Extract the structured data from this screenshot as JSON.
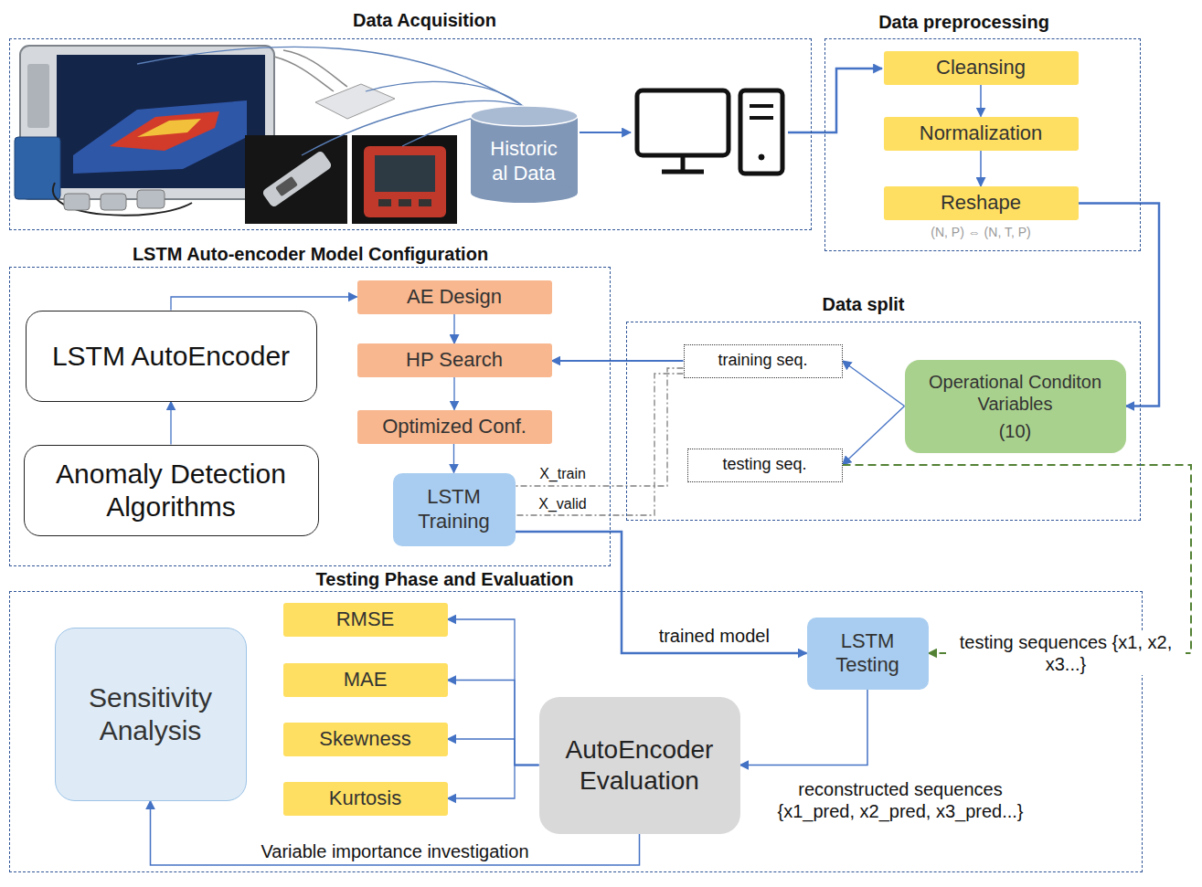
{
  "diagram": {
    "nodes": [
      {
        "text": [
          "Data Acquisition"
        ]
      },
      {
        "text": [
          "Historic al Data"
        ],
        "in": 0
      },
      {
        "text": [
          "Data preprocessing"
        ]
      },
      {
        "text": [
          "Cleansing"
        ],
        "in": 2
      },
      {
        "text": [
          "Normalization"
        ],
        "in": 2
      },
      {
        "text": [
          "Reshape"
        ],
        "in": 2
      },
      {
        "text": [
          "LSTM Auto-encoder Model Configuration"
        ]
      },
      {
        "text": [
          "LSTM AutoEncoder"
        ],
        "in": 6
      },
      {
        "text": [
          "AE Design"
        ],
        "in": 6
      },
      {
        "text": [
          "HP Search"
        ],
        "in": 6
      },
      {
        "text": [
          "Anomaly Detection Algorithms"
        ],
        "in": 6
      },
      {
        "text": [
          "Optimized Conf."
        ],
        "in": 6
      },
      {
        "text": [
          "LSTM Training"
        ],
        "in": 6
      },
      {
        "text": [
          "Data split"
        ]
      },
      {
        "text": [
          "training seq."
        ],
        "in": 13
      },
      {
        "text": [
          "Operational Conditon Variables",
          "(10)"
        ],
        "in": 13
      },
      {
        "text": [
          "testing seq."
        ],
        "in": 13
      },
      {
        "text": [
          "Testing Phase and Evaluation"
        ]
      },
      {
        "text": [
          "RMSE"
        ],
        "in": 17
      },
      {
        "text": [
          "MAE"
        ],
        "in": 17
      },
      {
        "text": [
          "Sensitivity Analysis"
        ],
        "in": 17
      },
      {
        "text": [
          "LSTM Testing"
        ],
        "in": 17
      },
      {
        "text": [
          "Skewness"
        ],
        "in": 17
      },
      {
        "text": [
          "AutoEncoder Evaluation"
        ],
        "in": 17
      },
      {
        "text": [
          "Kurtosis"
        ],
        "in": 17
      }
    ],
    "edges": [
      {
        "from": 3,
        "to": 4,
        "arrow": "to"
      },
      {
        "from": 4,
        "to": 5,
        "arrow": "to"
      },
      {
        "from": 5,
        "to": 15,
        "arrow": "to"
      },
      {
        "from": 15,
        "to": 14,
        "arrow": "to"
      },
      {
        "from": 15,
        "to": 16,
        "arrow": "to"
      },
      {
        "from": 14,
        "to": 9,
        "arrow": "to"
      },
      {
        "from": 14,
        "to": 12,
        "label": "X_train",
        "arrow": "none"
      },
      {
        "from": 14,
        "to": 12,
        "label": "X_valid",
        "arrow": "none"
      },
      {
        "from": 16,
        "to": 21,
        "label": "testing sequences {x1, x2, x3...}",
        "arrow": "to"
      },
      {
        "from": 12,
        "to": 21,
        "label": "trained model",
        "arrow": "to"
      },
      {
        "from": 21,
        "to": 23,
        "label": "reconstructed sequences {x1_pred, x2_pred, x3_pred...}",
        "arrow": "to"
      },
      {
        "from": 23,
        "to": 18,
        "arrow": "to"
      },
      {
        "from": 23,
        "to": 19,
        "arrow": "to"
      },
      {
        "from": 23,
        "to": 22,
        "arrow": "to"
      },
      {
        "from": 23,
        "to": 24,
        "arrow": "to"
      },
      {
        "from": 23,
        "to": 20,
        "label": "Variable importance investigation",
        "arrow": "to"
      },
      {
        "from": 10,
        "to": 7,
        "arrow": "to"
      },
      {
        "from": 7,
        "to": 8,
        "arrow": "to"
      },
      {
        "from": 8,
        "to": 9,
        "arrow": "to"
      },
      {
        "from": 9,
        "to": 11,
        "arrow": "to"
      },
      {
        "from": 11,
        "to": 12,
        "arrow": "to"
      }
    ],
    "labels": [
      "(N, P) ⇔ (N, T, P)"
    ]
  }
}
